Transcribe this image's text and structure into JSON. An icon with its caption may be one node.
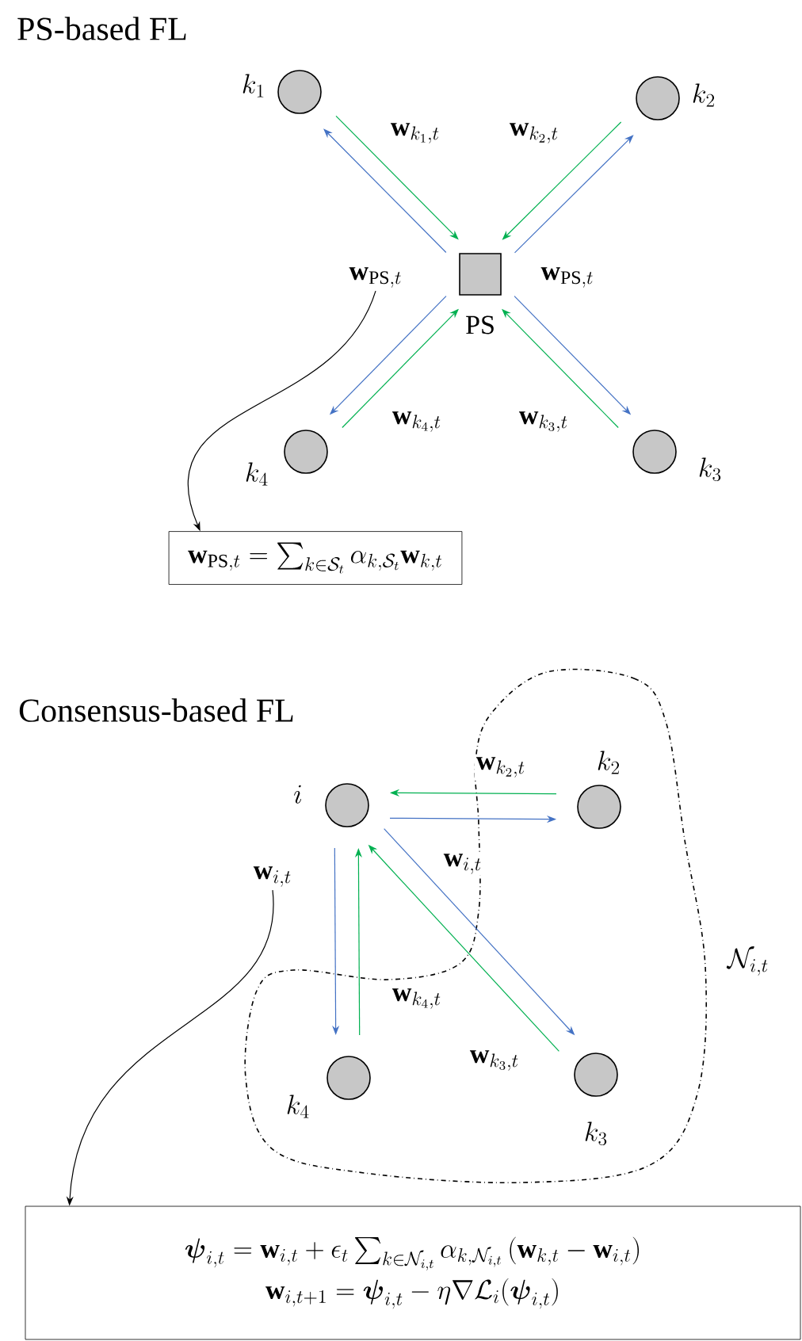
{
  "diagram": {
    "nodes": [
      {
        "text": [
          "k_1"
        ]
      },
      {
        "text": [
          "k_2"
        ]
      },
      {
        "text": [
          "PS"
        ]
      },
      {
        "text": [
          "\\mathbf{w}_{\\text{PS},t}"
        ]
      },
      {
        "text": [
          "k_4"
        ]
      },
      {
        "text": [
          "k_3"
        ]
      },
      {
        "text": [
          "\\mathbf{w}_{\\text{PS},t} = \\sum_{k\\in\\mathcal{S}_t}\\alpha_{k,\\mathcal{S}_t}\\mathbf{w}_{k,t}"
        ]
      },
      {
        "text": [
          "\\mathcal{N}_{i,t}"
        ]
      },
      {
        "text": [
          "i"
        ]
      },
      {
        "text": [
          "k_2"
        ],
        "in": 7
      },
      {
        "text": [
          "\\mathbf{w}_{i,t}"
        ]
      },
      {
        "text": [
          "k_4"
        ],
        "in": 7
      },
      {
        "text": [
          "k_3"
        ],
        "in": 7
      },
      {
        "text": [
          "\\boldsymbol{\\psi}_{i,t} = \\mathbf{w}_{i,t} + \\epsilon_t\\sum_{k\\in\\mathcal{N}_{i,t}}\\alpha_{k,\\mathcal{N}_{i,t}}\\left(\\mathbf{w}_{k,t} - \\mathbf{w}_{i,t}\\right)",
          "\\mathbf{w}_{i,t+1} = \\boldsymbol{\\psi}_{i,t} - \\eta\\nabla\\mathcal{L}_i(\\boldsymbol{\\psi}_{i,t})"
        ]
      }
    ],
    "edges": [
      {
        "from": 0,
        "to": 2,
        "arrow": "to",
        "color": "#00b050",
        "label": "\\mathbf{w}_{k_1,t}"
      },
      {
        "from": 2,
        "to": 0,
        "arrow": "to",
        "color": "#4472c4"
      },
      {
        "from": 1,
        "to": 2,
        "arrow": "to",
        "color": "#00b050",
        "label": "\\mathbf{w}_{k_2,t}"
      },
      {
        "from": 2,
        "to": 1,
        "arrow": "to",
        "color": "#4472c4"
      },
      {
        "from": 2,
        "to": 5,
        "arrow": "to",
        "color": "#4472c4"
      },
      {
        "from": 5,
        "to": 2,
        "arrow": "to",
        "color": "#00b050",
        "label": "\\mathbf{w}_{k_3,t}"
      },
      {
        "from": 2,
        "to": 4,
        "arrow": "to",
        "color": "#4472c4"
      },
      {
        "from": 4,
        "to": 2,
        "arrow": "to",
        "color": "#00b050",
        "label": "\\mathbf{w}_{k_4,t}"
      },
      {
        "from": 3,
        "to": 6,
        "arrow": "to",
        "color": "#000000"
      },
      {
        "from": 9,
        "to": 8,
        "arrow": "to",
        "color": "#00b050",
        "label": "\\mathbf{w}_{k_2,t}"
      },
      {
        "from": 8,
        "to": 9,
        "arrow": "to",
        "color": "#4472c4"
      },
      {
        "from": 8,
        "to": 12,
        "arrow": "to",
        "color": "#4472c4",
        "label": "\\mathbf{w}_{i,t}"
      },
      {
        "from": 12,
        "to": 8,
        "arrow": "to",
        "color": "#00b050",
        "label": "\\mathbf{w}_{k_3,t}"
      },
      {
        "from": 8,
        "to": 11,
        "arrow": "to",
        "color": "#4472c4"
      },
      {
        "from": 11,
        "to": 8,
        "arrow": "to",
        "color": "#00b050",
        "label": "\\mathbf{w}_{k_4,t}"
      },
      {
        "from": 10,
        "to": 13,
        "arrow": "to",
        "color": "#000000"
      }
    ],
    "labels": [
      "PS-based FL",
      "\\mathbf{w}_{\\text{PS},t}",
      "Consensus-based FL"
    ]
  }
}
